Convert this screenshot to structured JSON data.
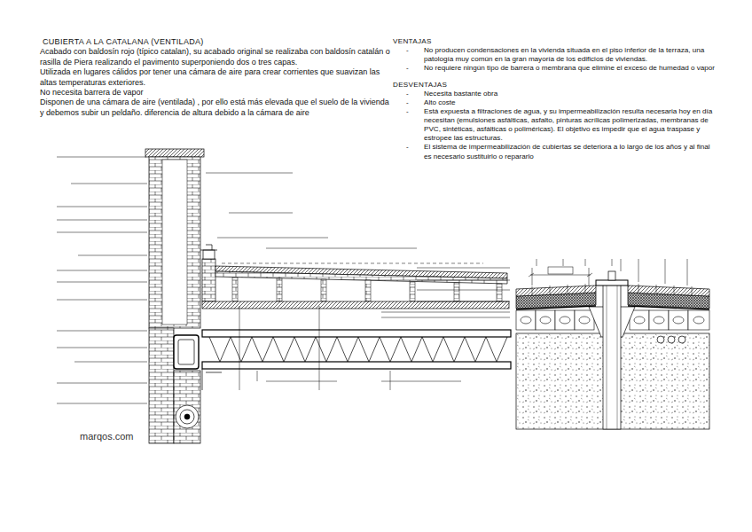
{
  "diagram": {
    "title": "CUBIERTA A LA CATALANA (VENTILADA)",
    "labels": [
      "Acabado con baldosín rojo (típico catalan), su acabado original se realizaba con baldosín catalán o rasilla de Piera realizando el pavimento superponiendo dos o tres capas.",
      "Utilizada en lugares cálidos por tener una cámara de aire para crear corrientes que suavizan las altas temperaturas exteriores.",
      "No necesita barrera de vapor",
      "Disponen de una cámara de aire (ventilada) , por ello está más elevada que el suelo de la vivienda y debemos subir un peldaño. diferencia de altura debido a la cámara de aire",
      "VENTAJAS",
      "-",
      "No producen condensaciones en la vivienda situada en el piso inferior de la terraza, una patología muy común en la gran mayoría de los edificios de viviendas.",
      "-",
      "No requiere ningún tipo de barrera o membrana que elimine el exceso de humedad o vapor",
      "DESVENTAJAS",
      "-",
      "Necesita bastante obra",
      "-",
      "Alto coste",
      "-",
      "Está expuesta a filtraciones de agua, y su impermeabilización resulta necesaria hoy en día necesitan (emulsiones asfálticas, asfalto, pinturas acrílicas polimerizadas, membranas de PVC, sintéticas, asfálticas o poliméricas). El objetivo es impedir que el agua traspase y estropee las estructuras.",
      "-",
      "El sistema de impermeabilización de cubiertas se deteriora a lo largo de los años y al final es necesario sustituirlo o repararlo",
      "marqos.com"
    ]
  }
}
